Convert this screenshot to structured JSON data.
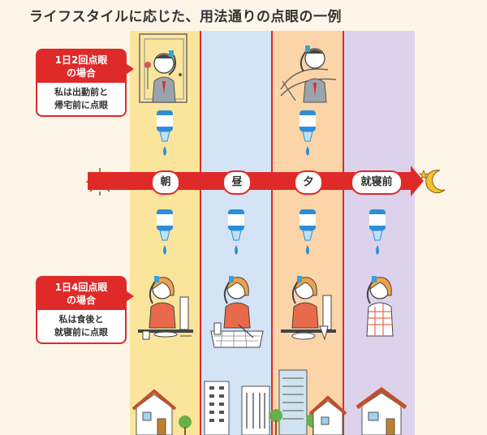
{
  "title": "ライフスタイルに応じた、用法通りの点眼の一例",
  "times": [
    "朝",
    "昼",
    "夕",
    "就寝前"
  ],
  "callout_twice": {
    "head": [
      "1日2回点眼",
      "の場合"
    ],
    "body": [
      "私は出勤前と",
      "帰宅前に点眼"
    ]
  },
  "callout_four": {
    "head": [
      "1日4回点眼",
      "の場合"
    ],
    "body": [
      "私は食後と",
      "就寝前に点眼"
    ]
  },
  "colors": {
    "accent_red": "#e02a2a",
    "morning": "#fbe59d",
    "noon": "#d4e3f6",
    "evening": "#fbd5a8",
    "night": "#dcd2ec"
  },
  "icons": [
    "sun-icon",
    "moon-icon",
    "eye-drop-bottle-icon",
    "person-applying-eye-drops",
    "building-icon",
    "house-icon"
  ]
}
